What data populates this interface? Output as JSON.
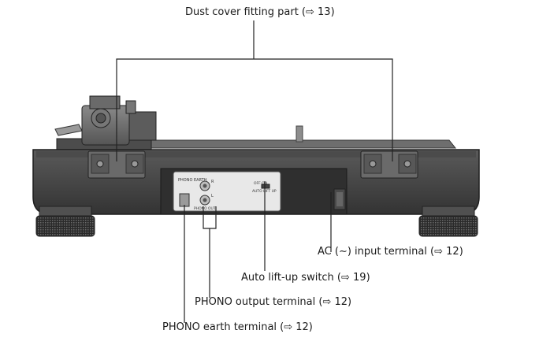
{
  "callouts": {
    "dust_cover": "Dust cover fitting part (⇨ 13)",
    "ac_input": "AC (∼) input terminal (⇨ 12)",
    "auto_lift": "Auto lift-up switch (⇨ 19)",
    "phono_output": "PHONO output terminal (⇨ 12)",
    "phono_earth": "PHONO earth terminal (⇨ 12)"
  },
  "panel_labels": {
    "phono_earth": "PHONO EARTH",
    "r": "R",
    "l": "L",
    "phono_out": "PHONO OUT",
    "switch_on_off": "OFF   ON",
    "auto_lift_up": "AUTO LIFT UP"
  },
  "colors": {
    "body_dark": "#3c3c3c",
    "body_mid": "#555555",
    "panel_light": "#e8e8e8",
    "leader_line": "#222222"
  }
}
